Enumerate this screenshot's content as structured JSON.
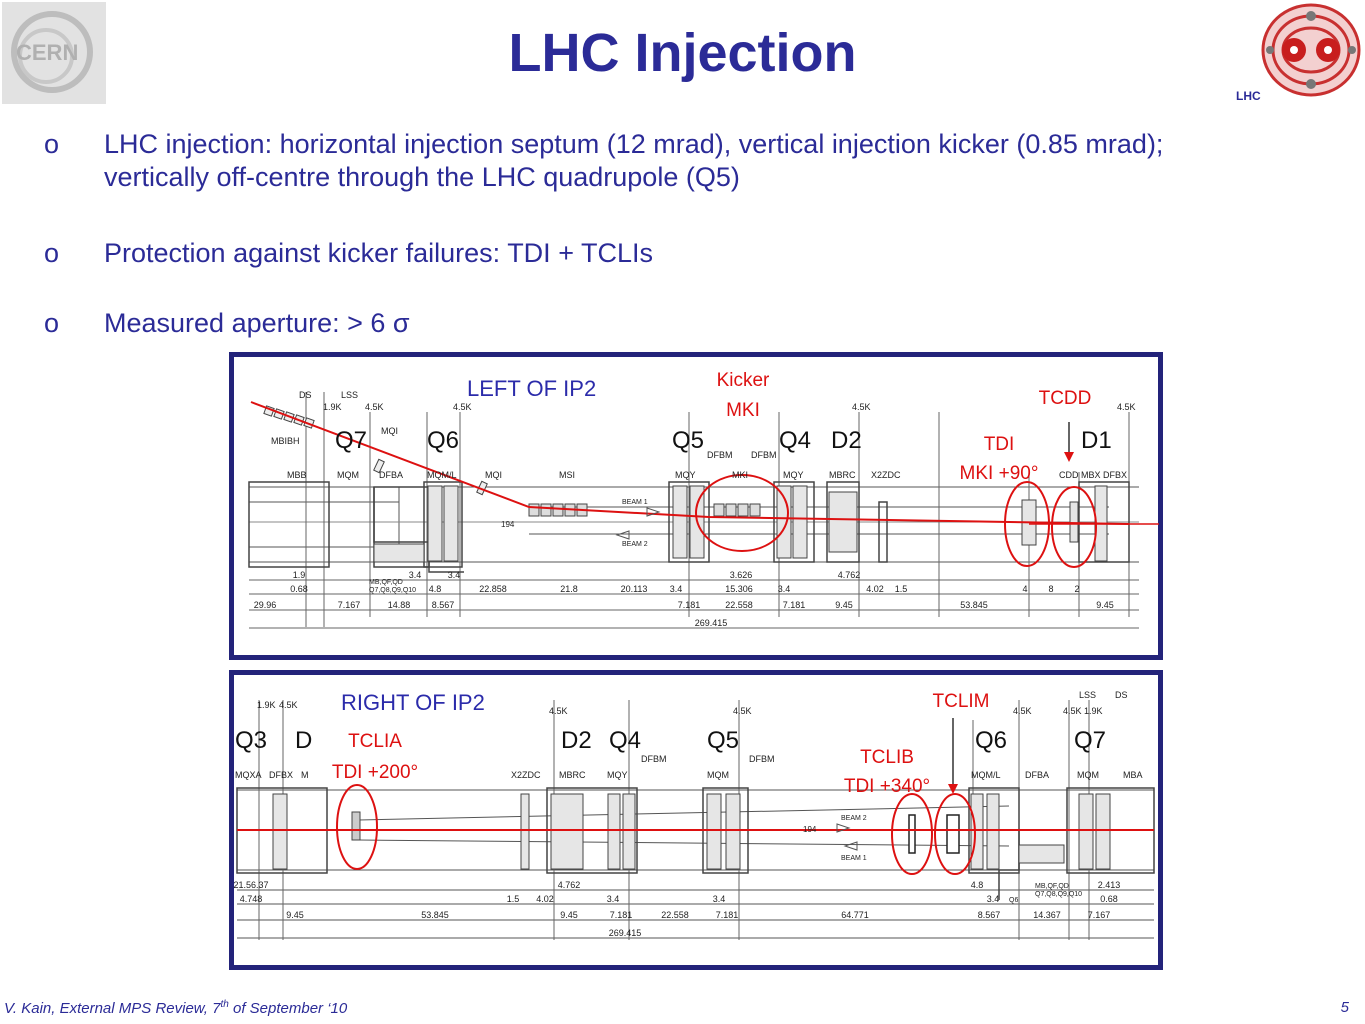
{
  "slide": {
    "title": "LHC Injection",
    "bullet_marker": "o",
    "bullets": [
      "LHC injection: horizontal injection septum (12 mrad), vertical injection kicker (0.85 mrad); vertically off-centre through the LHC quadrupole (Q5)",
      "Protection against kicker failures: TDI + TCLIs",
      "Measured aperture: > 6 σ"
    ],
    "footer": {
      "text": "V. Kain, External MPS Review, 7",
      "sup": "th",
      "rest": " of September ‘10"
    },
    "page_number": "5",
    "lhc_logo_label": "LHC"
  },
  "left_diagram": {
    "heading": "LEFT OF IP2",
    "annotations": {
      "kicker_l1": "Kicker",
      "kicker_l2": "MKI",
      "tcdd": "TCDD",
      "tdi_l1": "TDI",
      "tdi_l2": "MKI +90°"
    },
    "big_labels": [
      "Q7",
      "Q6",
      "Q5",
      "Q4",
      "D2",
      "D1"
    ],
    "small_labels": [
      "DS",
      "LSS",
      "1.9K",
      "4.5K",
      "4.5K",
      "4.5K",
      "4.5K",
      "MBIBH",
      "MQI",
      "MQI",
      "MSI",
      "MBB",
      "MQM",
      "DFBA",
      "MQM/L",
      "MQY",
      "MKI",
      "DFBM",
      "DFBM",
      "MQY",
      "MBRC",
      "X2ZDC",
      "CDD MBX DFBX",
      "BEAM 1",
      "BEAM 2",
      "194",
      "MB,QF,QD",
      "Q7,Q8,Q9,Q10"
    ],
    "dim_row1": [
      "1.9",
      "3.4",
      "3.4",
      "3.626",
      "4.762",
      "4",
      "8",
      "2"
    ],
    "dim_row2": [
      "0.68",
      "4.8",
      "15.306",
      "4.02",
      "1.5"
    ],
    "dim_row3": [
      "29.96",
      "7.167",
      "14.88",
      "8.567",
      "22.858",
      "21.8",
      "20.113",
      "3.4",
      "7.181",
      "22.558",
      "3.4",
      "7.181",
      "9.45",
      "53.845",
      "9.45"
    ],
    "total": "269.415"
  },
  "right_diagram": {
    "heading": "RIGHT OF IP2",
    "annotations": {
      "tclia_l1": "TCLIA",
      "tclia_l2": "TDI +200°",
      "tclim": "TCLIM",
      "tclib_l1": "TCLIB",
      "tclib_l2": "TDI +340°"
    },
    "big_labels": [
      "Q3",
      "D",
      "D2",
      "Q4",
      "Q5",
      "Q6",
      "Q7"
    ],
    "small_labels": [
      "1.9K",
      "4.5K",
      "4.5K",
      "4.5K",
      "4.5K",
      "4.5K",
      "1.9K",
      "LSS",
      "DS",
      "MQXA",
      "DFBX",
      "M",
      "X2ZDC",
      "MBRC",
      "MQY",
      "DFBM",
      "MQM",
      "DFBM",
      "MQM/L",
      "DFBA",
      "MQM",
      "MBA",
      "BEAM 2",
      "BEAM 1",
      "194",
      "MB,QF,QD",
      "Q7,Q8,Q9,Q10",
      "Q6"
    ],
    "dim_row1": [
      "21.56.37",
      "1.5",
      "4.762",
      "3.4",
      "3.4",
      "4.8",
      "3.4",
      "2.413"
    ],
    "dim_row2": [
      "4.748",
      "4.02",
      "0.68"
    ],
    "dim_row3": [
      "9.45",
      "53.845",
      "9.45",
      "7.181",
      "22.558",
      "7.181",
      "64.771",
      "8.567",
      "14.367",
      "7.167"
    ],
    "total": "269.415"
  }
}
